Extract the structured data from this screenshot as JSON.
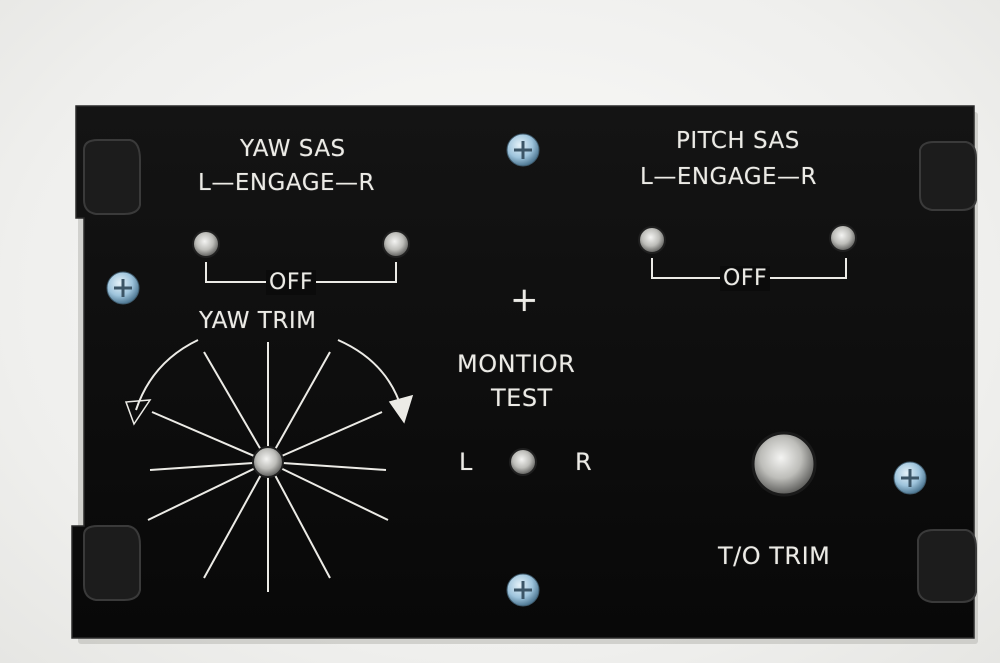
{
  "panel": {
    "yaw_sas": {
      "title": "YAW SAS",
      "engage": "L—ENGAGE—R",
      "off": "OFF"
    },
    "pitch_sas": {
      "title": "PITCH SAS",
      "engage": "L—ENGAGE—R",
      "off": "OFF"
    },
    "yaw_trim": {
      "title": "YAW TRIM"
    },
    "monitor_test": {
      "plus": "+",
      "line1": "MONTIOR",
      "line2": "TEST",
      "left": "L",
      "right": "R"
    },
    "to_trim": {
      "title": "T/O TRIM"
    }
  },
  "colors": {
    "background": "#f1f1ef",
    "panel": "#0b0b0b",
    "engraving": "#ecebe6",
    "screw": "#9ec4dc"
  }
}
